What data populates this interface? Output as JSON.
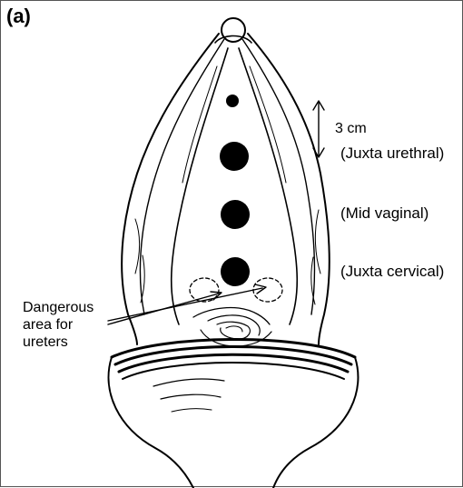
{
  "panel_label": "(a)",
  "distance_label": "3 cm",
  "injection_sites": [
    {
      "label": "(Juxta urethral)"
    },
    {
      "label": "(Mid vaginal)"
    },
    {
      "label": "(Juxta cervical)"
    }
  ],
  "danger_label": {
    "lines": [
      "Dangerous",
      "area for",
      "ureters"
    ]
  }
}
